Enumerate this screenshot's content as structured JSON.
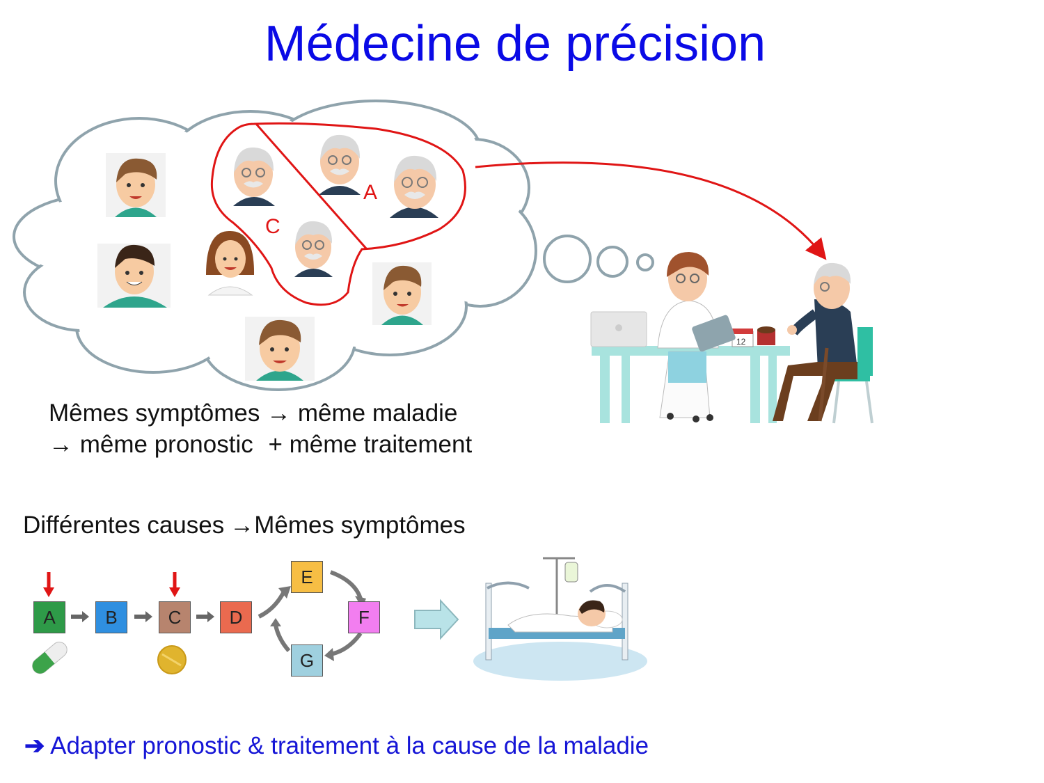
{
  "title": "Médecine de précision",
  "cloud": {
    "group_label_a": "A",
    "group_label_c": "C"
  },
  "statement": {
    "line1_part1": "Mêmes symptômes",
    "line1_part2": "même maladie",
    "line2_part1": "même pronostic",
    "line2_part2": "+ même traitement"
  },
  "causes_heading": {
    "part1": "Différentes causes",
    "part2": "Mêmes symptômes"
  },
  "pathway": {
    "nodes": [
      {
        "label": "A",
        "color": "#2e9a48"
      },
      {
        "label": "B",
        "color": "#2f8fe0"
      },
      {
        "label": "C",
        "color": "#b7846e"
      },
      {
        "label": "D",
        "color": "#ea6a4f"
      },
      {
        "label": "E",
        "color": "#f7be44"
      },
      {
        "label": "F",
        "color": "#f27ef0"
      },
      {
        "label": "G",
        "color": "#9fd0df"
      }
    ]
  },
  "conclusion": "Adapter pronostic & traitement à la cause de la maladie",
  "icons": [
    "arrow-right-icon",
    "pill-capsule-icon",
    "tablet-pill-icon",
    "hospital-bed-icon",
    "doctor-icon",
    "patient-icon"
  ]
}
